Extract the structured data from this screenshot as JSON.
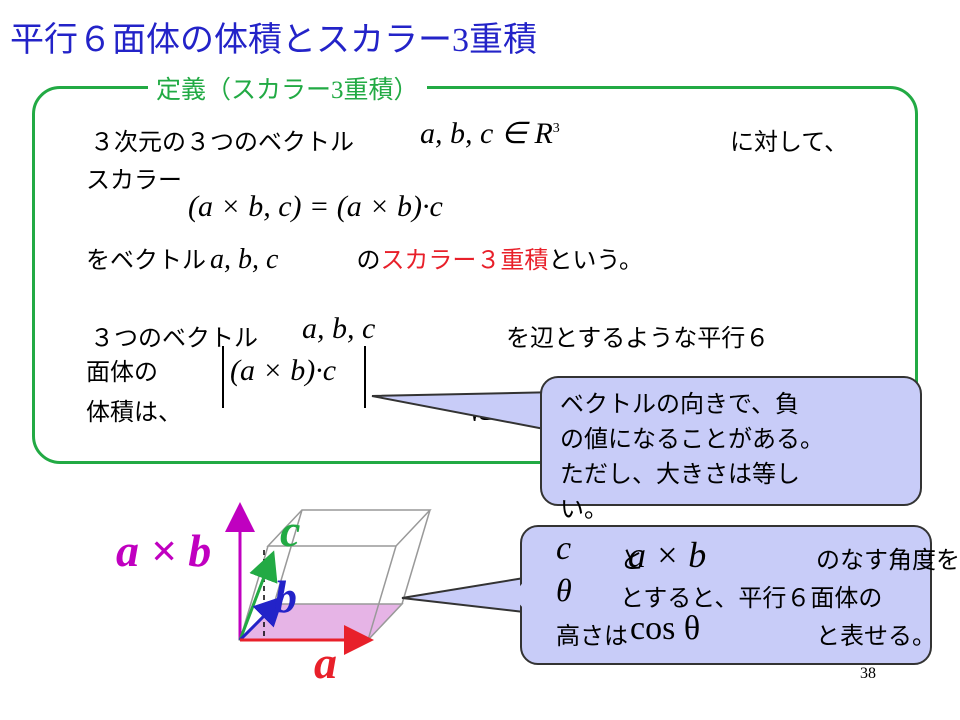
{
  "title": {
    "pre": "平行６面体の体積とスカラー",
    "num": "3",
    "post": "重積"
  },
  "definition": {
    "label_pre": "定義（スカラー",
    "label_num": "3",
    "label_post": "重積）",
    "line1_text": "３次元の３つのベクトル",
    "line1_math": "a, b, c ∈ R",
    "line1_sup": "3",
    "line1_tail": "に対して、",
    "line2": "スカラー",
    "eq": "(a × b, c) = (a × b)·c",
    "line4_a": "をベクトル",
    "line4_math": "a, b, c",
    "line4_b": "の",
    "line4_red": "スカラー３重積",
    "line4_c": "という。",
    "line5_a": "３つのベクトル",
    "line5_math": "a, b, c",
    "line5_b": "を辺とするような平行６",
    "line6": "面体の",
    "abs_math": "(a × b)·c",
    "line7": "体積は、",
    "line7_hidden": "に等しい。"
  },
  "callout1": {
    "lines": [
      "ベクトルの向きで、負",
      "の値になることがある。",
      "ただし、大きさは等し",
      "い。"
    ]
  },
  "callout2": {
    "c": "c",
    "to": "と",
    "axb": "a × b",
    "angle": "のなす角度を",
    "theta": "θ",
    "line2": "とすると、平行６面体の",
    "line3a": "高さは",
    "cos": "cos θ",
    "line3b": "と表せる。"
  },
  "figure": {
    "label_axb": "a × b",
    "label_c": "c",
    "label_b": "b",
    "label_a": "a"
  },
  "page_number": "38",
  "colors": {
    "title": "#2323c8",
    "green": "#22aa44",
    "red": "#e8202a",
    "magenta": "#c000c0",
    "callout": "#c8ccf8"
  }
}
